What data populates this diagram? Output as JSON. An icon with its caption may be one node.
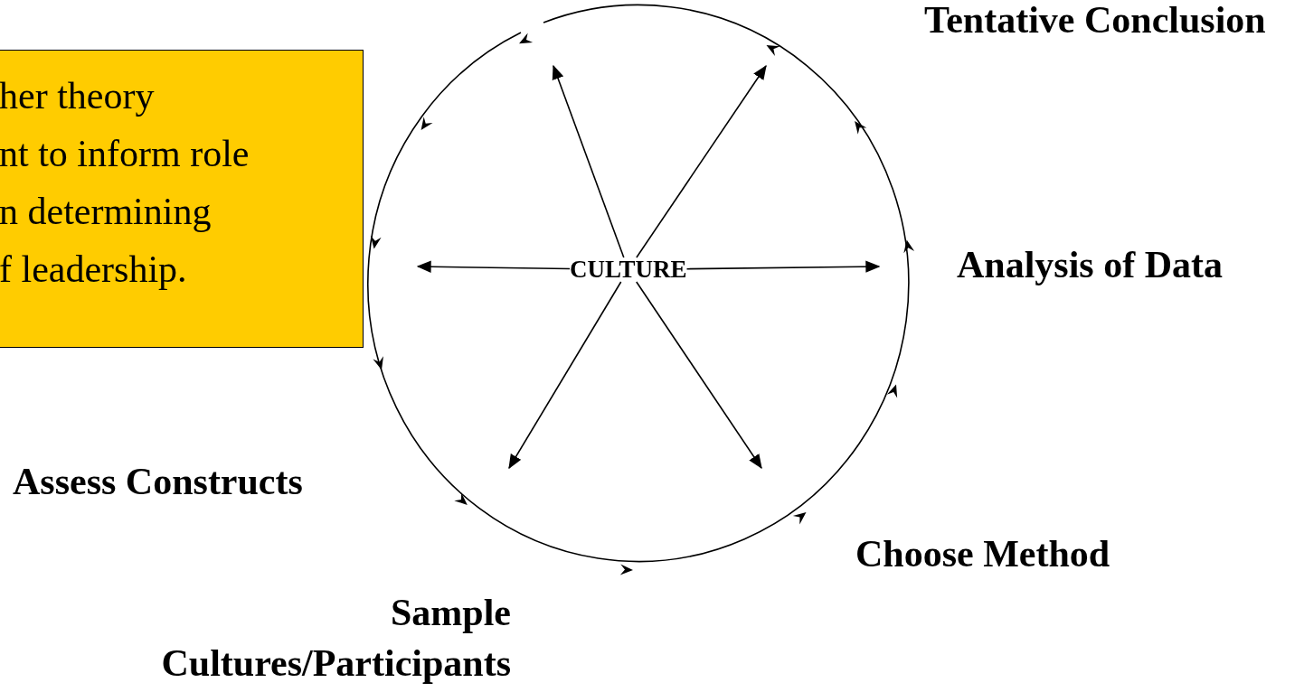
{
  "diagram": {
    "nodes": [
      {
        "text": [
          "her theory nt to inform role n determining f leadership."
        ]
      },
      {
        "text": [],
        "shape": "circle"
      },
      {
        "text": [
          "CULTURE"
        ],
        "in": 1
      }
    ],
    "edges": [
      {
        "from": 2,
        "to": null,
        "arrow": "to"
      },
      {
        "from": 2,
        "to": null,
        "arrow": "to"
      },
      {
        "from": 2,
        "to": null,
        "arrow": "to"
      },
      {
        "from": 2,
        "to": null,
        "arrow": "to"
      },
      {
        "from": 2,
        "to": null,
        "arrow": "to"
      },
      {
        "from": 2,
        "to": null,
        "arrow": "to"
      }
    ],
    "labels": [
      "Tentative Conclusion",
      "Analysis of Data",
      "Assess Constructs",
      "Choose Method",
      "Sample Cultures/Participants"
    ]
  }
}
